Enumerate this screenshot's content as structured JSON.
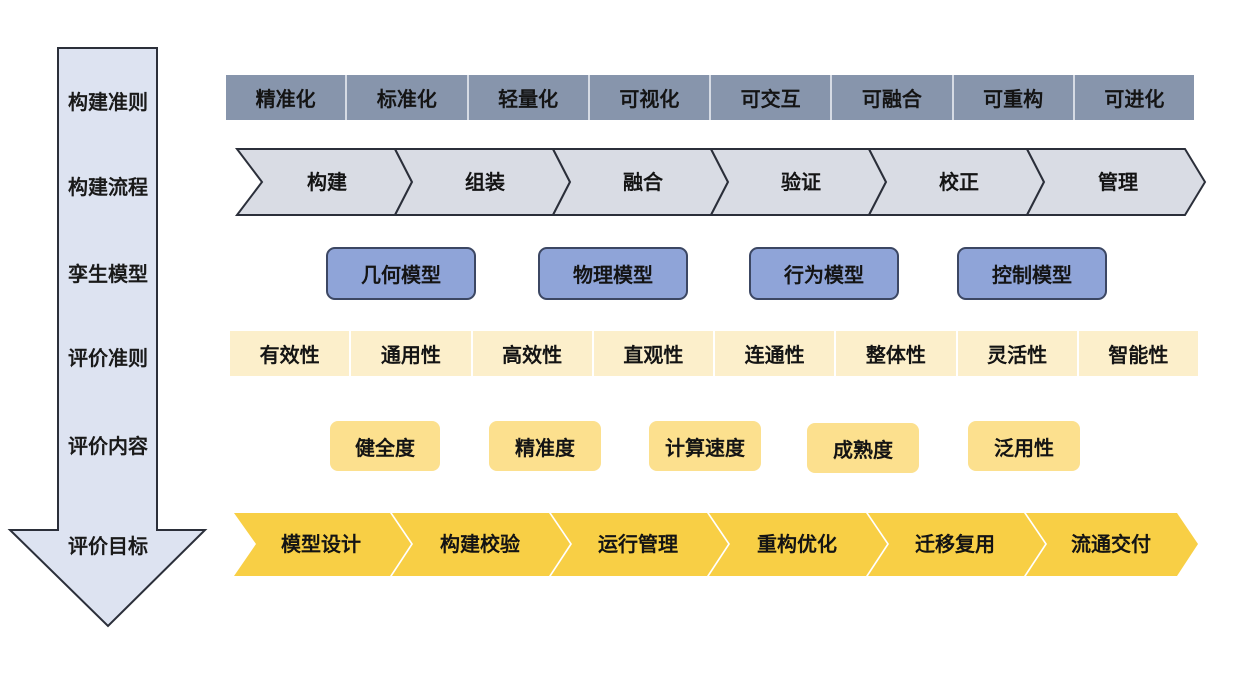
{
  "stages": [
    "构建准则",
    "构建流程",
    "孪生模型",
    "评价准则",
    "评价内容",
    "评价目标"
  ],
  "construction_criteria": [
    "精准化",
    "标准化",
    "轻量化",
    "可视化",
    "可交互",
    "可融合",
    "可重构",
    "可进化"
  ],
  "construction_process": [
    "构建",
    "组装",
    "融合",
    "验证",
    "校正",
    "管理"
  ],
  "twin_models": [
    "几何模型",
    "物理模型",
    "行为模型",
    "控制模型"
  ],
  "evaluation_criteria": [
    "有效性",
    "通用性",
    "高效性",
    "直观性",
    "连通性",
    "整体性",
    "灵活性",
    "智能性"
  ],
  "evaluation_content": [
    "健全度",
    "精准度",
    "计算速度",
    "成熟度",
    "泛用性"
  ],
  "evaluation_goals": [
    "模型设计",
    "构建校验",
    "运行管理",
    "重构优化",
    "迁移复用",
    "流通交付"
  ],
  "colors": {
    "arrow_fill": "#dde3f1",
    "arrow_stroke": "#2b2f3a",
    "criteria_fill": "#8795ac",
    "process_fill": "#d9dce4",
    "model_fill": "#8fa4d8",
    "eval_criteria_fill": "#fcefcb",
    "content_fill": "#fce08e",
    "goal_fill": "#f8cf45"
  }
}
